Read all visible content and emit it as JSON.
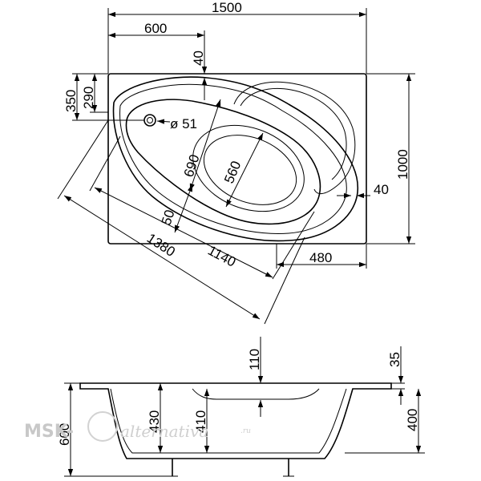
{
  "top_view": {
    "dims": {
      "overall_width": "1500",
      "drain_offset": "600",
      "rim_top": "40",
      "left_350": "350",
      "left_290": "290",
      "drain_diameter": "ø 51",
      "depth_690": "690",
      "seat_560": "560",
      "overall_depth": "1000",
      "rim_right": "40",
      "rim_50": "50",
      "diag_1380": "1380",
      "diag_1140": "1140",
      "bottom_480": "480"
    }
  },
  "side_view": {
    "dims": {
      "total_height": "600",
      "inner_430": "430",
      "inner_410": "410",
      "top_110": "110",
      "rim_35": "35",
      "right_400": "400"
    }
  },
  "watermark": {
    "left": "MSK-",
    "brand": "alternativa",
    "domain": ".ru"
  }
}
